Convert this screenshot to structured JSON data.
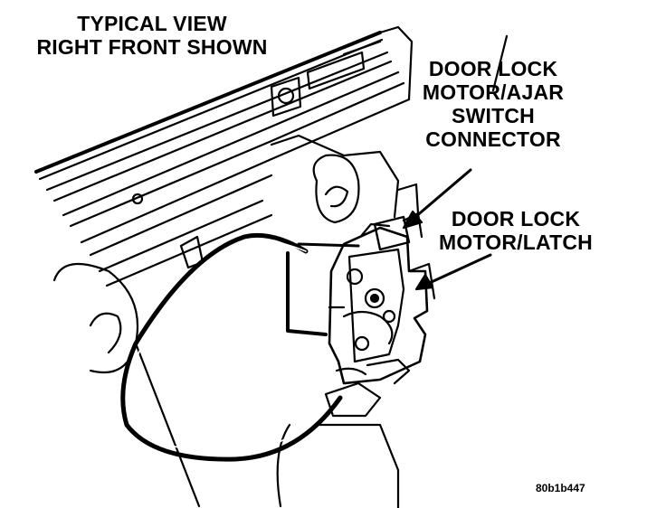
{
  "labels": {
    "view_line1": "TYPICAL VIEW",
    "view_line2": "RIGHT FRONT SHOWN",
    "connector_line1": "DOOR LOCK",
    "connector_line2": "MOTOR/AJAR",
    "connector_line3": "SWITCH",
    "connector_line4": "CONNECTOR",
    "latch_line1": "DOOR LOCK",
    "latch_line2": "MOTOR/LATCH",
    "figure_code": "80b1b447"
  },
  "colors": {
    "ink": "#000000",
    "paper": "#ffffff"
  }
}
